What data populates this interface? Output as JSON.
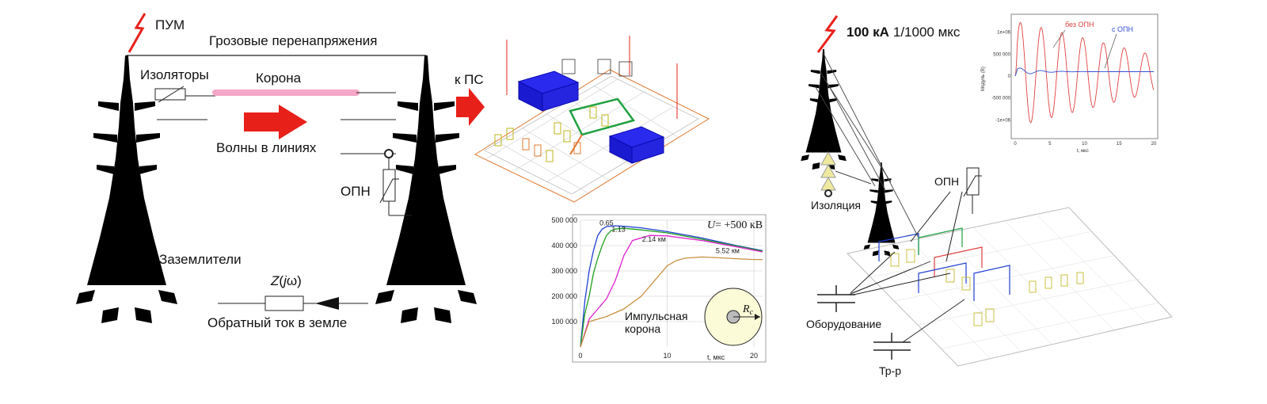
{
  "left_diagram": {
    "lightning_label": "ПУМ",
    "title": "Грозовые перенапряжения",
    "insulators_label": "Изоляторы",
    "corona_label": "Корона",
    "waves_label": "Волны в линиях",
    "to_substation_label": "к ПС",
    "surge_arrester_label": "ОПН",
    "grounding_label": "Заземлители",
    "impedance_label": "Z(jω)",
    "impedance_parts": {
      "z": "Z",
      "open": "(",
      "j": "j",
      "omega_close": "ω)"
    },
    "return_current_label": "Обратный ток в земле",
    "colors": {
      "arrow": "#e8201a",
      "corona": "#f4a7c6",
      "substation_blue": "#1a1ae0",
      "substation_orange": "#e07830",
      "substation_yellow": "#c8c040"
    }
  },
  "corona_chart": {
    "chart_data": {
      "type": "line",
      "title": "U= +500 кВ",
      "title_parts": {
        "u": "U",
        "rest": "= +500 кВ"
      },
      "xlabel": "t, мкс",
      "ylabel": "",
      "xlim": [
        0,
        21
      ],
      "ylim": [
        0,
        500000
      ],
      "x_ticks": [
        0,
        10,
        20
      ],
      "y_ticks": [
        100000,
        200000,
        300000,
        400000,
        500000
      ],
      "y_tick_labels": [
        "100 000",
        "200 000",
        "300 000",
        "400 000",
        "500 000"
      ],
      "x_tick_labels": [
        "0",
        "10",
        "20"
      ],
      "grid": true,
      "annotation": "Импульсная корона",
      "annotation_lines": [
        "Импульсная",
        "корона"
      ],
      "radius_label": "Rc",
      "radius_parts": {
        "r": "R",
        "sub": "c"
      },
      "series": [
        {
          "name": "0.65",
          "color": "#2040d0",
          "x": [
            0,
            0.5,
            1,
            1.5,
            2,
            2.5,
            3,
            4,
            5,
            7,
            10,
            14,
            18,
            21
          ],
          "y": [
            0,
            180000,
            300000,
            380000,
            440000,
            465000,
            475000,
            478000,
            476000,
            470000,
            455000,
            430000,
            400000,
            380000
          ]
        },
        {
          "name": "1.13",
          "color": "#20a020",
          "x": [
            0,
            0.5,
            1,
            1.5,
            2,
            2.5,
            3,
            3.5,
            4,
            5,
            7,
            10,
            14,
            18,
            21
          ],
          "y": [
            0,
            130000,
            200000,
            290000,
            350000,
            400000,
            440000,
            458000,
            465000,
            468000,
            462000,
            450000,
            425000,
            398000,
            378000
          ]
        },
        {
          "name": "2.14 км",
          "color": "#e020d0",
          "x": [
            0,
            1,
            2,
            3,
            4,
            5,
            6,
            8,
            10,
            14,
            18,
            21
          ],
          "y": [
            0,
            110000,
            150000,
            190000,
            260000,
            360000,
            420000,
            440000,
            438000,
            420000,
            395000,
            375000
          ]
        },
        {
          "name": "5.52 км",
          "color": "#c89040",
          "x": [
            0,
            1,
            3,
            5,
            7,
            9,
            10,
            11,
            12,
            14,
            16,
            18,
            20,
            21
          ],
          "y": [
            0,
            100000,
            120000,
            150000,
            200000,
            280000,
            320000,
            340000,
            350000,
            355000,
            352000,
            348000,
            345000,
            345000
          ]
        }
      ]
    }
  },
  "right_diagram": {
    "stroke_amplitude": "100 кА",
    "stroke_waveform": "1/1000 мкс",
    "surge_arrester_label": "ОПН",
    "insulation_label": "Изоляция",
    "equipment_label": "Оборудование",
    "transformer_label": "Тр-р"
  },
  "voltage_chart": {
    "chart_data": {
      "type": "line",
      "title": "",
      "xlabel": "t, мкс",
      "ylabel": "Модуль (В)",
      "xlim": [
        0,
        20
      ],
      "ylim": [
        -1300000,
        1300000
      ],
      "x_ticks": [
        0,
        5,
        10,
        15,
        20
      ],
      "x_tick_labels": [
        "0",
        "5",
        "10",
        "15",
        "20"
      ],
      "y_ticks": [
        -1000000,
        -500000,
        0,
        500000,
        1000000
      ],
      "y_tick_labels": [
        "-1e+06",
        "-500 000",
        "0",
        "500 000",
        "1e+06"
      ],
      "grid": false,
      "series": [
        {
          "name": "без ОПН",
          "color": "#e04040",
          "shape": "damped_sine",
          "amplitude": 1200000,
          "period_us": 3.0,
          "offset": 50000,
          "decay_amplitude": 350000
        },
        {
          "name": "с ОПН",
          "color": "#3050d0",
          "shape": "clamped",
          "amplitude": 110000,
          "period_us": 3.0,
          "settle": 100000
        }
      ]
    }
  }
}
